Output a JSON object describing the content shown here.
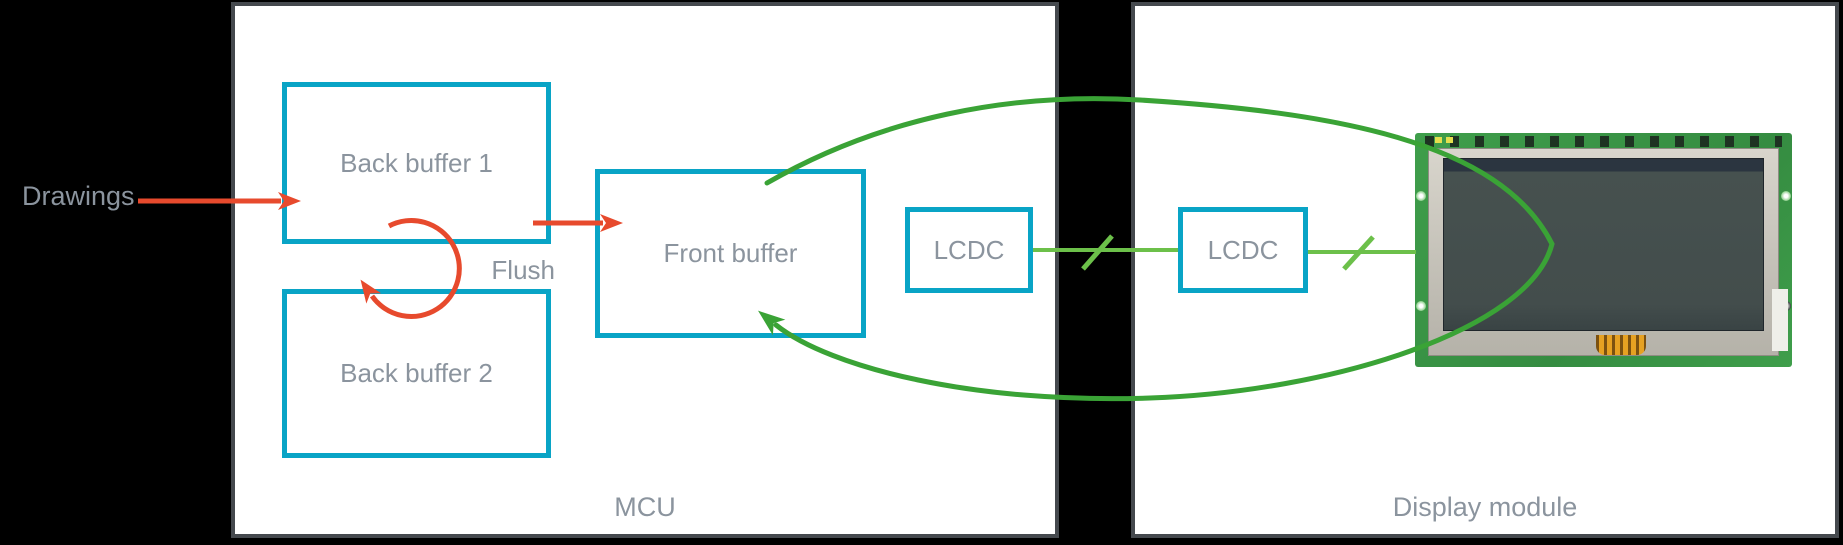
{
  "diagram": {
    "panels": {
      "mcu": {
        "label": "MCU"
      },
      "display_module": {
        "label": "Display module"
      }
    },
    "labels": {
      "drawings": "Drawings",
      "flush": "Flush"
    },
    "boxes": {
      "back_buffer_1": "Back buffer 1",
      "back_buffer_2": "Back buffer 2",
      "front_buffer": "Front buffer",
      "lcdc_mcu": "LCDC",
      "lcdc_display": "LCDC"
    },
    "connections": [
      {
        "from": "Drawings",
        "to": "Back buffer 1",
        "type": "flow-arrow"
      },
      {
        "from": "Back buffer 1",
        "to": "Back buffer 2",
        "type": "swap-cycle",
        "label": "Flush"
      },
      {
        "from": "Back buffer 1",
        "to": "Front buffer",
        "type": "flow-arrow"
      },
      {
        "from": "LCDC (MCU)",
        "to": "LCDC (Display module)",
        "type": "bus-with-width-slash"
      },
      {
        "from": "LCDC (Display module)",
        "to": "Display",
        "type": "bus-with-width-slash"
      },
      {
        "from": "Display",
        "to": "Front buffer",
        "type": "feedback-loop"
      }
    ],
    "colors": {
      "background": "#000000",
      "panel_border": "#45494e",
      "box_border": "#09a4c6",
      "label_text": "#8b949e",
      "flow_arrow": "#e74a2d",
      "feedback_link": "#3aa336",
      "bus_line": "#6cc04a"
    }
  }
}
